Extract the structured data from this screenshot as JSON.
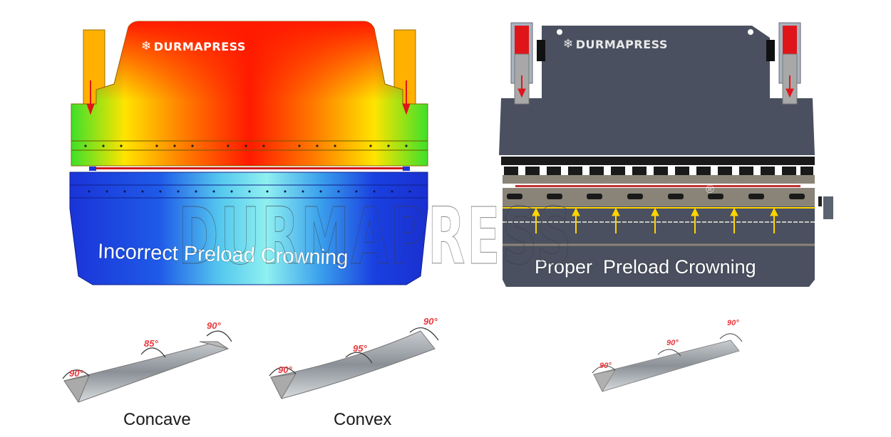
{
  "left_panel": {
    "brand": "DURMAPRESS",
    "caption": "Incorrect Preload Crowning",
    "colors": {
      "top_hot": "#ff1a00",
      "mid": "#ffe400",
      "edge": "#3ee02a",
      "bed_blue": "#1a3ee0",
      "bed_center": "#7fe6f0"
    }
  },
  "right_panel": {
    "brand": "DURMAPRESS",
    "caption": "Proper  Preload Crowning",
    "colors": {
      "body": "#4a5060",
      "cylinder_red": "#e0151a",
      "arrow_yellow": "#ffd500",
      "rail": "#8a8478"
    }
  },
  "watermark": {
    "text": "DURMAPRESS",
    "registered": "®"
  },
  "shapes": [
    {
      "label": "Concave",
      "angles": {
        "left": "90°",
        "middle": "85°",
        "right": "90°"
      }
    },
    {
      "label": "Convex",
      "angles": {
        "left": "90°",
        "middle": "95°",
        "right": "90°"
      }
    },
    {
      "label": "",
      "angles": {
        "left": "90°",
        "middle": "90°",
        "right": "90°"
      }
    }
  ]
}
